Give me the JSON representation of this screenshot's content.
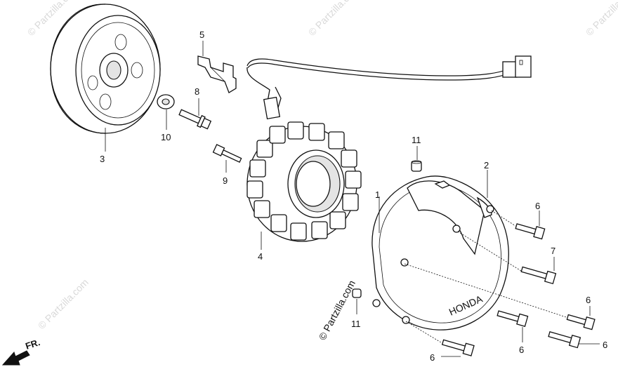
{
  "callouts": {
    "flywheel": "3",
    "washer": "10",
    "flange_bolt": "8",
    "clamp": "5",
    "small_bolt": "9",
    "stator": "4",
    "dowel_top": "11",
    "dowel_bottom": "11",
    "cover_gasket": "1",
    "cover": "2",
    "bolt_a": "6",
    "bolt_b": "7",
    "bolt_c": "6",
    "bolt_d": "6",
    "bolt_e": "6",
    "bolt_f": "6"
  },
  "branding": {
    "cover_mark": "HONDA",
    "watermark": "© Partzilla.com",
    "direction_label": "FR."
  }
}
